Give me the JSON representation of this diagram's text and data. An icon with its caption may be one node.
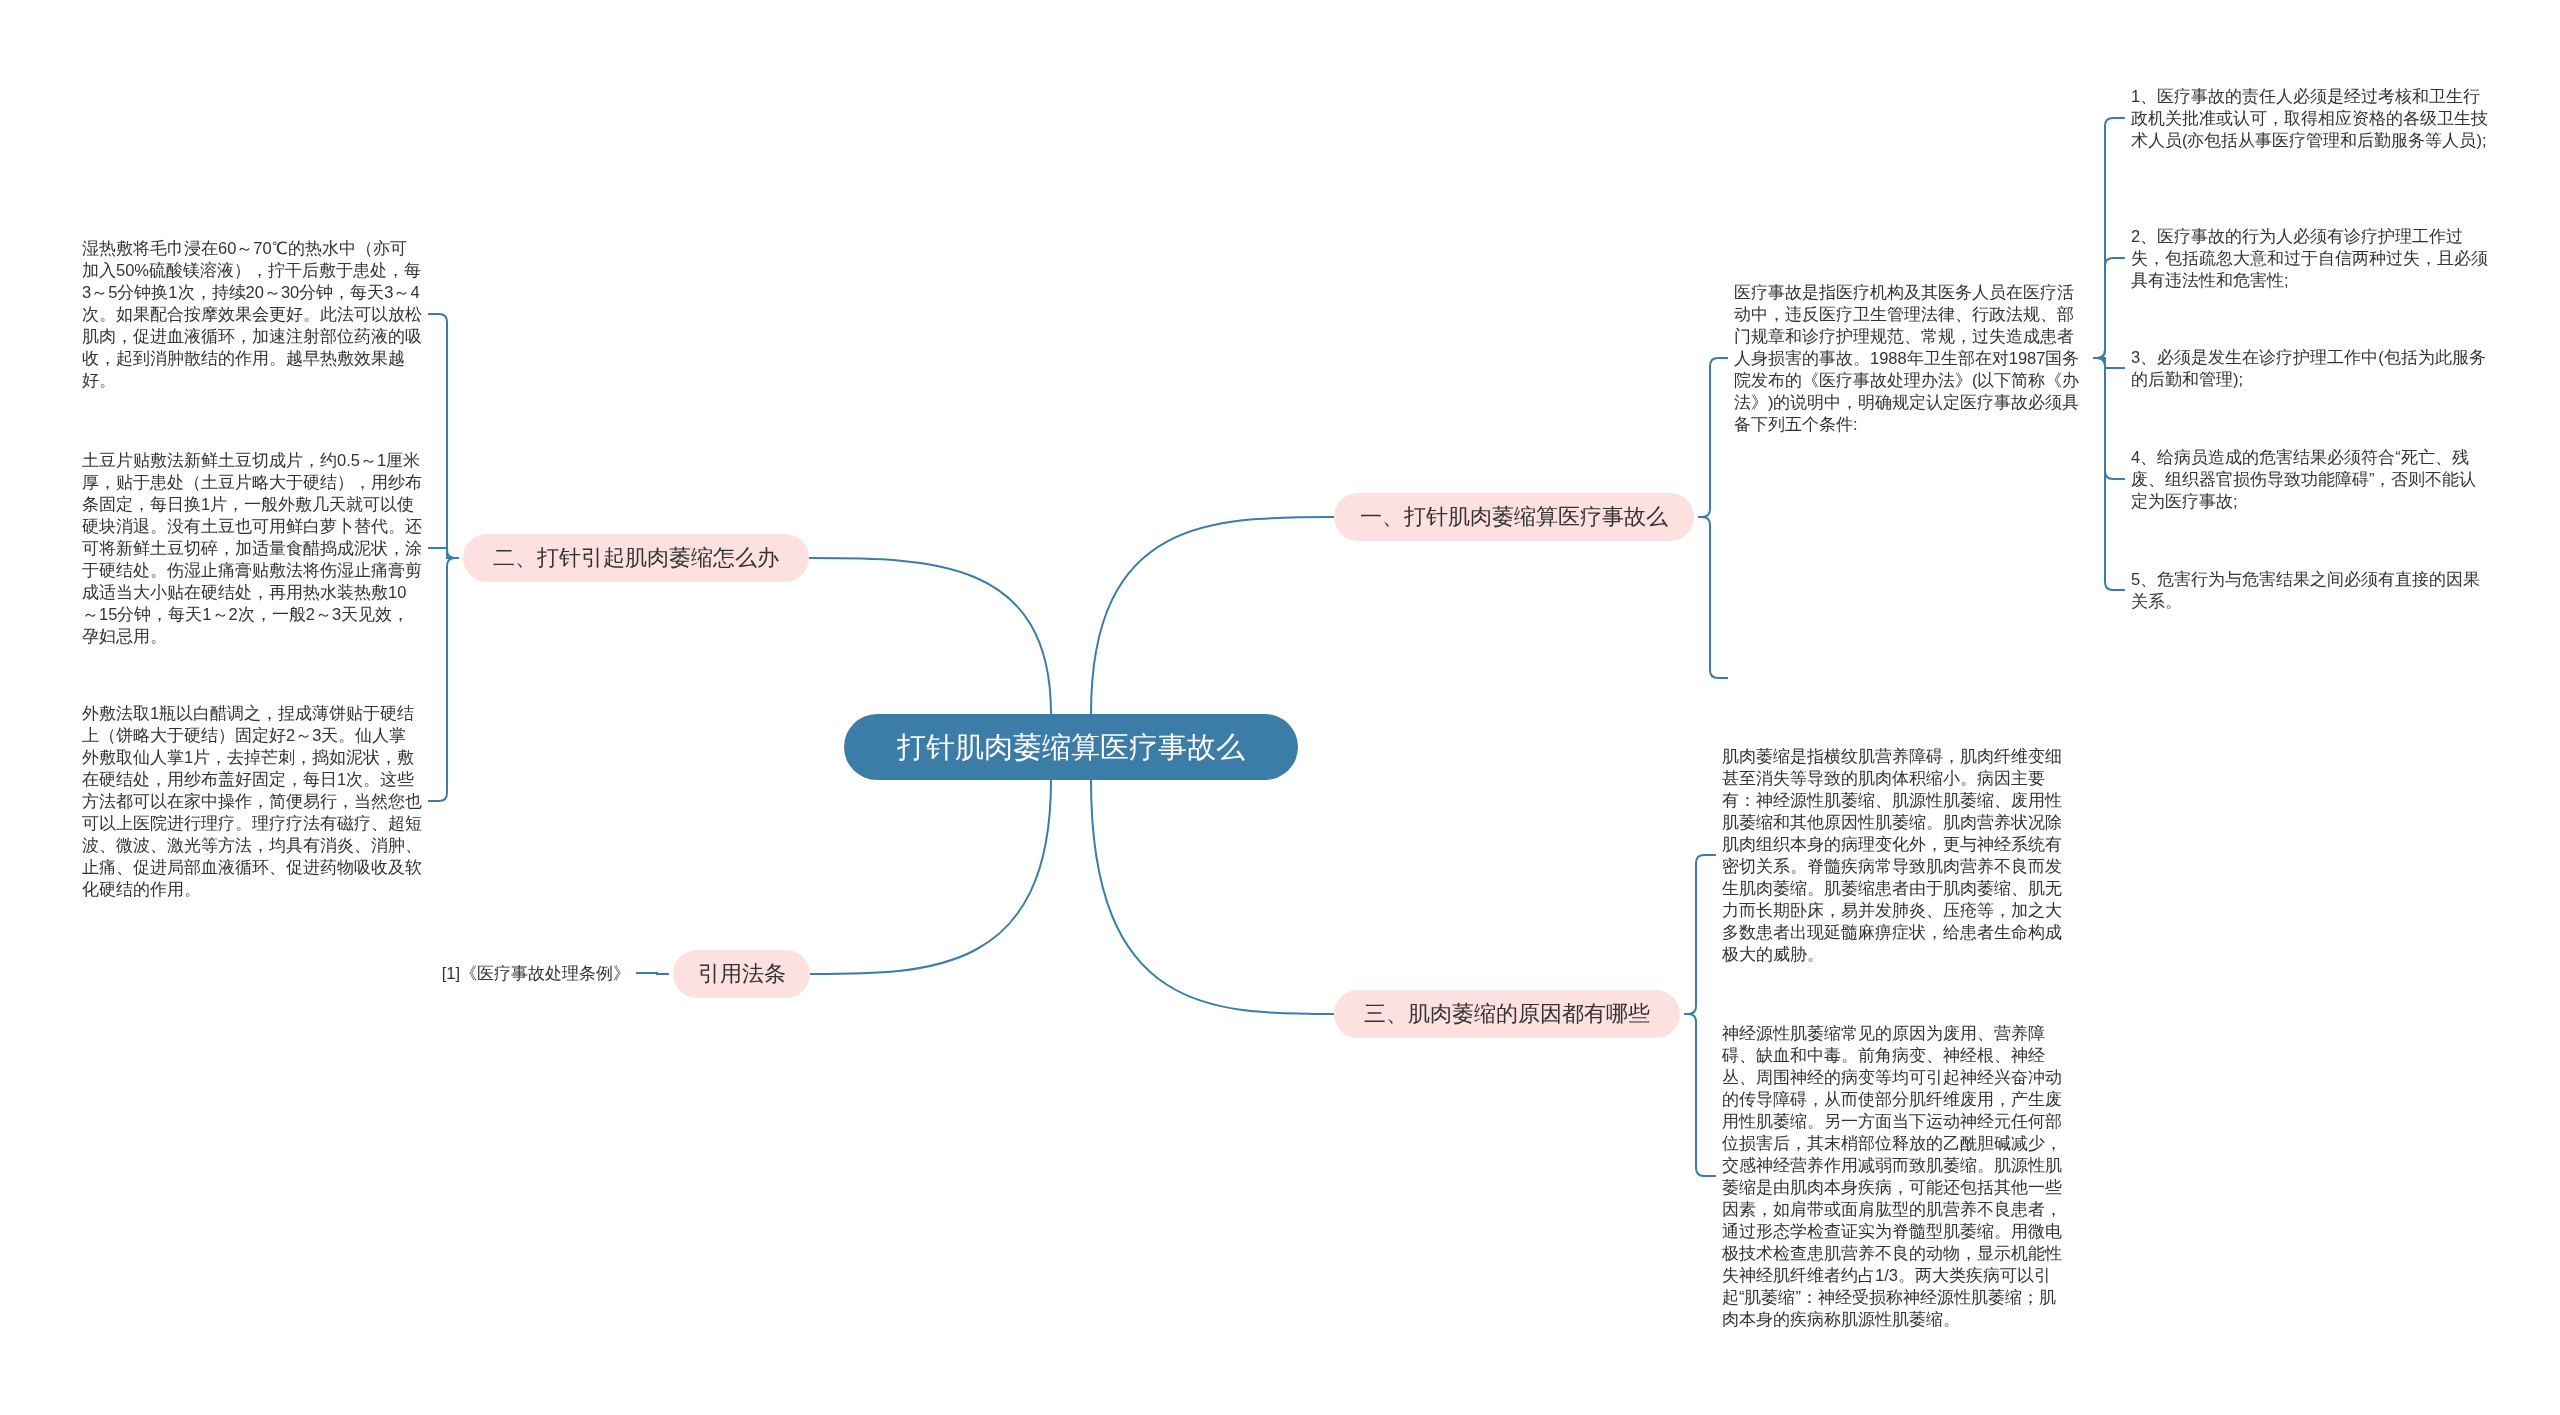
{
  "diagram": {
    "nodes": [
      {
        "text": [
          "打针肌肉萎缩算医疗事故么"
        ]
      },
      {
        "text": [
          "一、打针肌肉萎缩算医疗事故么"
        ]
      },
      {
        "text": [
          "医疗事故是指医疗机构及其医务人员在医疗活动中，违反医疗卫生管理法律、行政法规、部门规章和诊疗护理规范、常规，过失造成患者人身损害的事故。1988年卫生部在对1987国务院发布的《医疗事故处理办法》(以下简称《办法》)的说明中，明确规定认定医疗事故必须具备下列五个条件:"
        ]
      },
      {
        "text": [
          "1、医疗事故的责任人必须是经过考核和卫生行政机关批准或认可，取得相应资格的各级卫生技术人员(亦包括从事医疗管理和后勤服务等人员);"
        ]
      },
      {
        "text": [
          "2、医疗事故的行为人必须有诊疗护理工作过失，包括疏忽大意和过于自信两种过失，且必须具有违法性和危害性;"
        ]
      },
      {
        "text": [
          "3、必须是发生在诊疗护理工作中(包括为此服务的后勤和管理);"
        ]
      },
      {
        "text": [
          "4、给病员造成的危害结果必须符合“死亡、残废、组织器官损伤导致功能障碍”，否则不能认定为医疗事故;"
        ]
      },
      {
        "text": [
          "5、危害行为与危害结果之间必须有直接的因果关系。"
        ]
      },
      {
        "text": [
          "二、打针引起肌肉萎缩怎么办"
        ]
      },
      {
        "text": [
          "湿热敷将毛巾浸在60～70℃的热水中（亦可加入50%硫酸镁溶液），拧干后敷于患处，每3～5分钟换1次，持续20～30分钟，每天3～4次。如果配合按摩效果会更好。此法可以放松肌肉，促进血液循环，加速注射部位药液的吸收，起到消肿散结的作用。越早热敷效果越好。"
        ]
      },
      {
        "text": [
          "土豆片贴敷法新鲜土豆切成片，约0.5～1厘米厚，贴于患处（土豆片略大于硬结），用纱布条固定，每日换1片，一般外敷几天就可以使硬块消退。没有土豆也可用鲜白萝卜替代。还可将新鲜土豆切碎，加适量食醋捣成泥状，涂于硬结处。伤湿止痛膏贴敷法将伤湿止痛膏剪成适当大小贴在硬结处，再用热水装热敷10～15分钟，每天1～2次，一般2～3天见效，孕妇忌用。"
        ]
      },
      {
        "text": [
          "外敷法取1瓶以白醋调之，捏成薄饼贴于硬结上（饼略大于硬结）固定好2～3天。仙人掌外敷取仙人掌1片，去掉芒刺，捣如泥状，敷在硬结处，用纱布盖好固定，每日1次。这些方法都可以在家中操作，简便易行，当然您也可以上医院进行理疗。理疗疗法有磁疗、超短波、微波、激光等方法，均具有消炎、消肿、止痛、促进局部血液循环、促进药物吸收及软化硬结的作用。"
        ]
      },
      {
        "text": [
          "三、肌肉萎缩的原因都有哪些"
        ]
      },
      {
        "text": [
          "肌肉萎缩是指横纹肌营养障碍，肌肉纤维变细甚至消失等导致的肌肉体积缩小。病因主要有：神经源性肌萎缩、肌源性肌萎缩、废用性肌萎缩和其他原因性肌萎缩。肌肉营养状况除肌肉组织本身的病理变化外，更与神经系统有密切关系。脊髓疾病常导致肌肉营养不良而发生肌肉萎缩。肌萎缩患者由于肌肉萎缩、肌无力而长期卧床，易并发肺炎、压疮等，加之大多数患者出现延髓麻痹症状，给患者生命构成极大的威胁。"
        ]
      },
      {
        "text": [
          "神经源性肌萎缩常见的原因为废用、营养障碍、缺血和中毒。前角病变、神经根、神经丛、周围神经的病变等均可引起神经兴奋冲动的传导障碍，从而使部分肌纤维废用，产生废用性肌萎缩。另一方面当下运动神经元任何部位损害后，其末梢部位释放的乙酰胆碱减少，交感神经营养作用减弱而致肌萎缩。肌源性肌萎缩是由肌肉本身疾病，可能还包括其他一些因素，如肩带或面肩肱型的肌营养不良患者，通过形态学检查证实为脊髓型肌萎缩。用微电极技术检查患肌营养不良的动物，显示机能性失神经肌纤维者约占1/3。两大类疾病可以引起“肌萎缩”：神经受损称神经源性肌萎缩；肌肉本身的疾病称肌源性肌萎缩。"
        ]
      },
      {
        "text": [
          "引用法条"
        ]
      },
      {
        "text": [
          "[1]《医疗事故处理条例》"
        ]
      }
    ],
    "edges": [
      {
        "from": 0,
        "to": 1,
        "arrow": "none"
      },
      {
        "from": 1,
        "to": 2,
        "arrow": "none"
      },
      {
        "from": 1,
        "to": null,
        "arrow": "none"
      },
      {
        "from": 2,
        "to": 3,
        "arrow": "none"
      },
      {
        "from": 2,
        "to": 4,
        "arrow": "none"
      },
      {
        "from": 2,
        "to": 5,
        "arrow": "none"
      },
      {
        "from": 2,
        "to": 6,
        "arrow": "none"
      },
      {
        "from": 2,
        "to": 7,
        "arrow": "none"
      },
      {
        "from": 0,
        "to": 8,
        "arrow": "none"
      },
      {
        "from": 8,
        "to": 9,
        "arrow": "none"
      },
      {
        "from": 8,
        "to": 10,
        "arrow": "none"
      },
      {
        "from": 8,
        "to": 11,
        "arrow": "none"
      },
      {
        "from": 0,
        "to": 12,
        "arrow": "none"
      },
      {
        "from": 12,
        "to": 13,
        "arrow": "none"
      },
      {
        "from": 12,
        "to": 14,
        "arrow": "none"
      },
      {
        "from": 0,
        "to": 15,
        "arrow": "none"
      },
      {
        "from": 15,
        "to": 16,
        "arrow": "none"
      }
    ]
  }
}
